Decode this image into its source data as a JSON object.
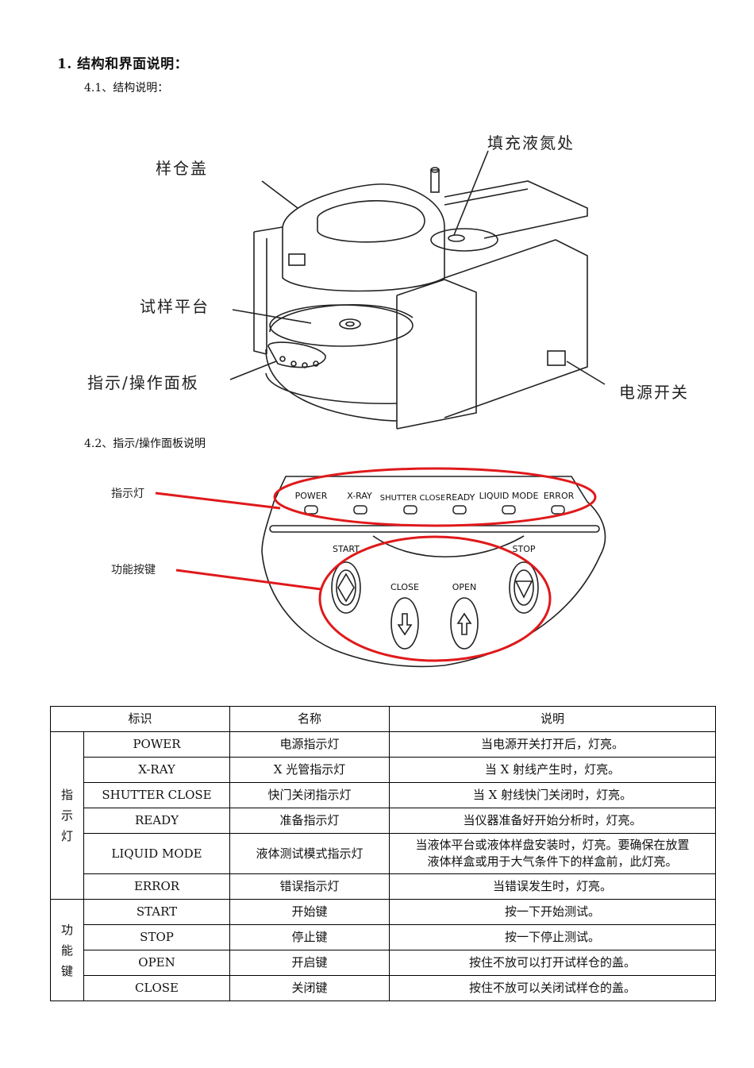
{
  "section": {
    "heading": "1. 结构和界面说明：",
    "sub1": "4.1、结构说明：",
    "sub2": "4.2、指示/操作面板说明"
  },
  "figure1": {
    "labels": {
      "lid": "样仓盖",
      "fill": "填充液氮处",
      "platform": "试样平台",
      "panel": "指示/操作面板",
      "power_switch": "电源开关"
    }
  },
  "figure2": {
    "labels": {
      "indicators": "指示灯",
      "buttons": "功能按键"
    },
    "indicators": [
      "POWER",
      "X-RAY",
      "SHUTTER CLOSE",
      "READY",
      "LIQUID MODE",
      "ERROR"
    ],
    "buttons": [
      "START",
      "CLOSE",
      "OPEN",
      "STOP"
    ]
  },
  "table": {
    "headers": [
      "标识",
      "名称",
      "说明"
    ],
    "groups": [
      {
        "label": [
          "指",
          "示",
          "灯"
        ],
        "rows": [
          {
            "id": "POWER",
            "name": "电源指示灯",
            "desc": "当电源开关打开后，灯亮。"
          },
          {
            "id": "X-RAY",
            "name": "X 光管指示灯",
            "desc": "当 X 射线产生时，灯亮。"
          },
          {
            "id": "SHUTTER CLOSE",
            "name": "快门关闭指示灯",
            "desc": "当 X 射线快门关闭时，灯亮。"
          },
          {
            "id": "READY",
            "name": "准备指示灯",
            "desc": "当仪器准备好开始分析时，灯亮。"
          },
          {
            "id": "LIQUID MODE",
            "name": "液体测试模式指示灯",
            "desc_line1": "当液体平台或液体样盘安装时，灯亮。要确保在放置",
            "desc_line2": "液体样盒或用于大气条件下的样盒前，此灯亮。"
          },
          {
            "id": "ERROR",
            "name": "错误指示灯",
            "desc": "当错误发生时，灯亮。"
          }
        ]
      },
      {
        "label": [
          "功",
          "能",
          "键"
        ],
        "rows": [
          {
            "id": "START",
            "name": "开始键",
            "desc": "按一下开始测试。"
          },
          {
            "id": "STOP",
            "name": "停止键",
            "desc": "按一下停止测试。"
          },
          {
            "id": "OPEN",
            "name": "开启键",
            "desc": "按住不放可以打开试样仓的盖。"
          },
          {
            "id": "CLOSE",
            "name": "关闭键",
            "desc": "按住不放可以关闭试样仓的盖。"
          }
        ]
      }
    ]
  }
}
